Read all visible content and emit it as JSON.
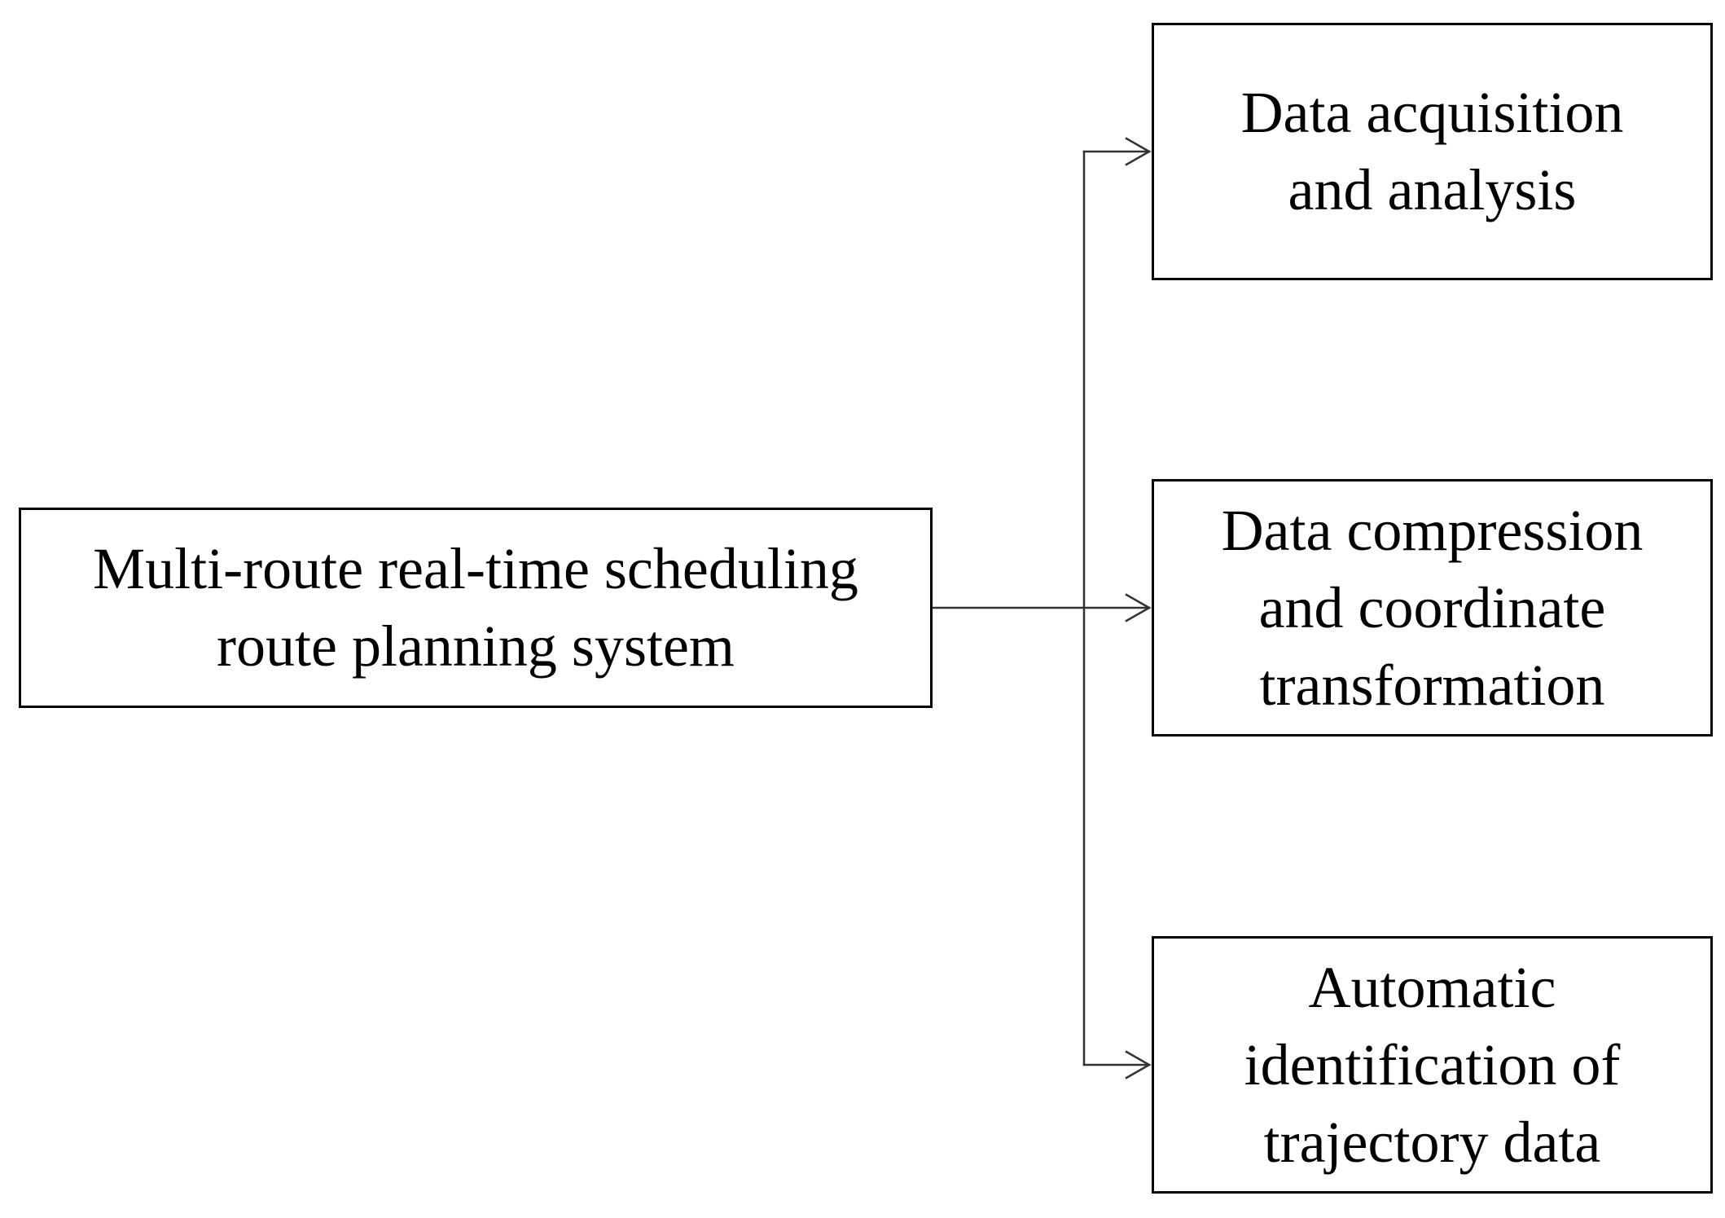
{
  "diagram": {
    "type": "flowchart",
    "source": {
      "label": "Multi-route real-time scheduling\nroute planning system"
    },
    "targets": [
      {
        "label": "Data acquisition\nand analysis"
      },
      {
        "label": "Data compression\nand coordinate\ntransformation"
      },
      {
        "label": "Automatic\nidentification of\ntrajectory data"
      }
    ],
    "edges": [
      {
        "from": "source",
        "to": "targets.0"
      },
      {
        "from": "source",
        "to": "targets.1"
      },
      {
        "from": "source",
        "to": "targets.2"
      }
    ],
    "colors": {
      "stroke": "#000000",
      "edge": "#333333",
      "background": "#ffffff"
    }
  }
}
